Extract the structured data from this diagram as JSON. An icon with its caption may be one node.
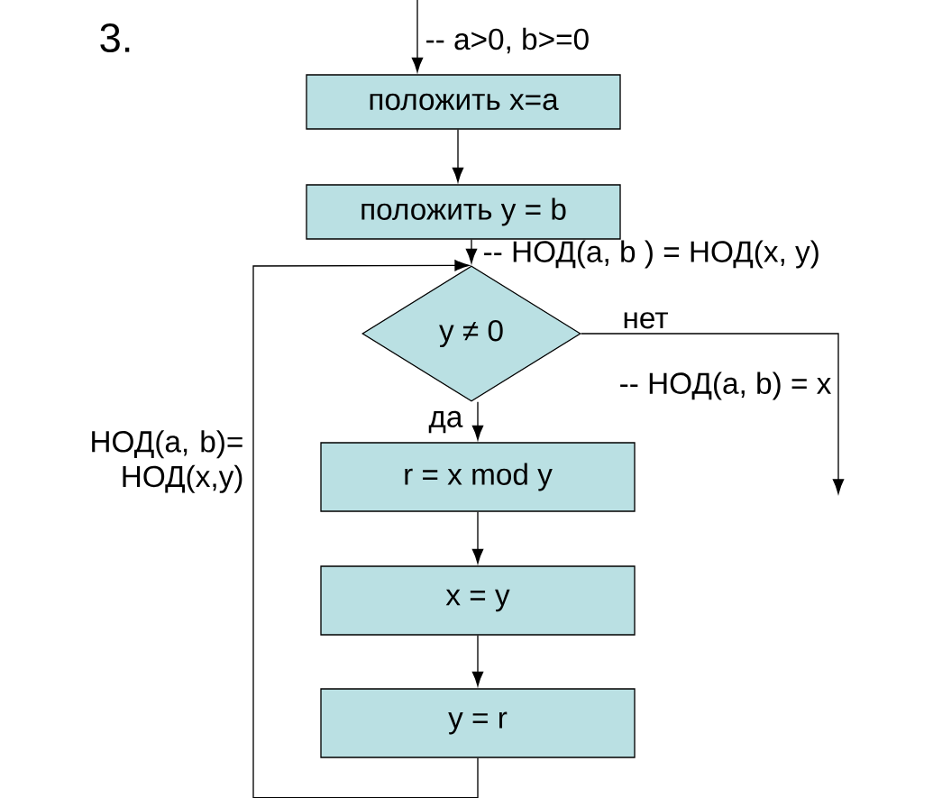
{
  "diagram": {
    "nodes": [
      {
        "text": [
          "положить   x=a"
        ]
      },
      {
        "text": [
          "положить y = b"
        ]
      },
      {
        "text": [
          "y ≠ 0"
        ]
      },
      {
        "text": [
          "r  = x mod y"
        ]
      },
      {
        "text": [
          "x = y"
        ]
      },
      {
        "text": [
          "y = r"
        ]
      }
    ],
    "edges": [
      {
        "from": null,
        "to": 0,
        "arrow": "to"
      },
      {
        "from": 0,
        "to": 1,
        "arrow": "to"
      },
      {
        "from": 1,
        "to": 2,
        "arrow": "to"
      },
      {
        "from": 2,
        "to": 3,
        "arrow": "to",
        "label": "да"
      },
      {
        "from": 2,
        "to": null,
        "arrow": "to",
        "label": "нет"
      },
      {
        "from": 3,
        "to": 4,
        "arrow": "to"
      },
      {
        "from": 4,
        "to": 5,
        "arrow": "to"
      },
      {
        "from": 5,
        "to": 2,
        "arrow": "to"
      }
    ],
    "labels": [
      "3.",
      "-- a>0, b>=0",
      "-- НОД(a, b ) = НОД(x, y)",
      "-- НОД(a, b) = x",
      "НОД(a, b)= НОД(x,y)"
    ]
  }
}
